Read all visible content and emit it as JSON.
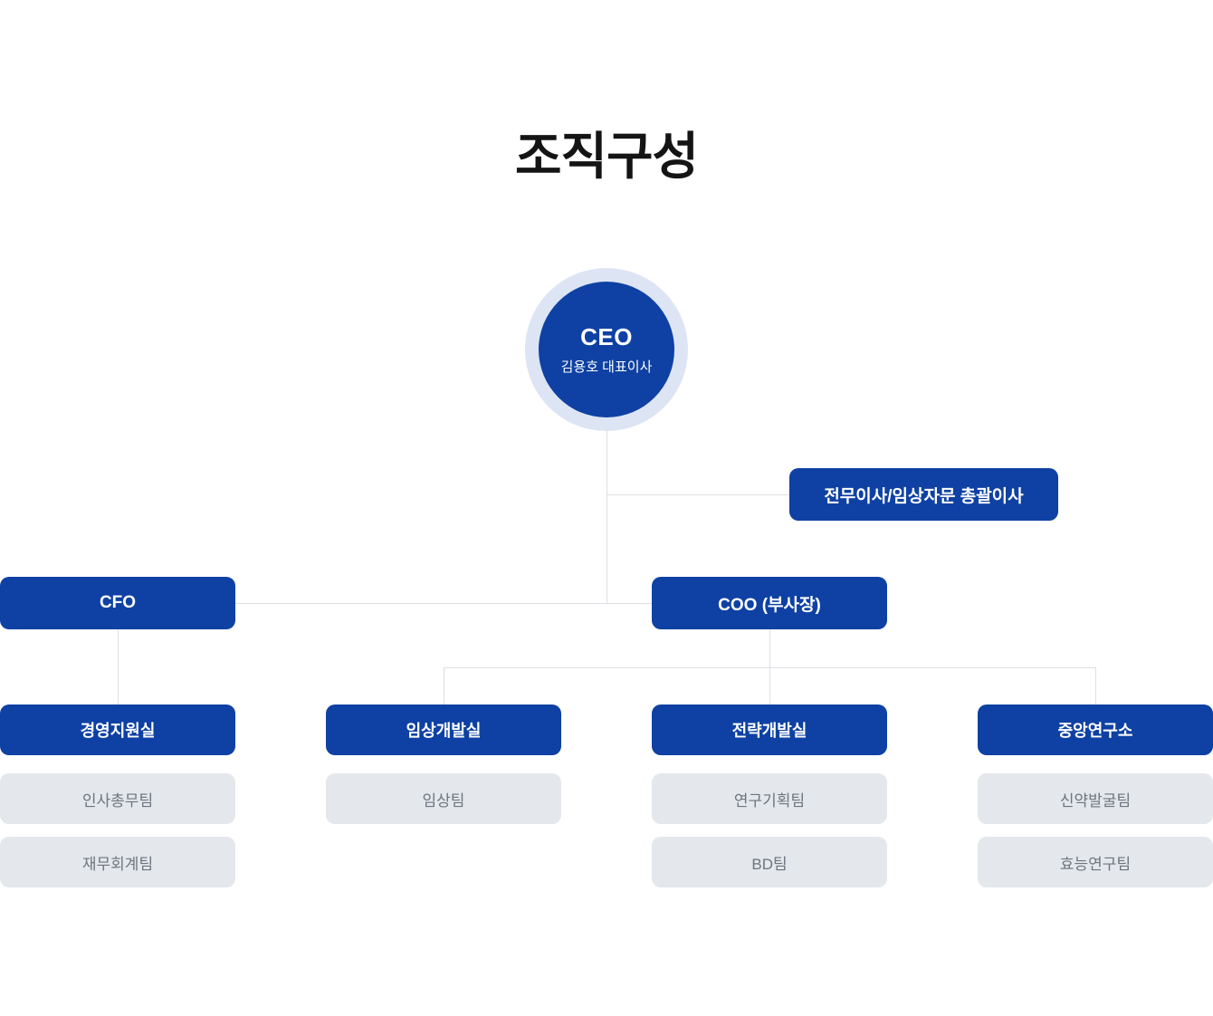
{
  "page": {
    "title": "조직구성"
  },
  "ceo": {
    "title": "CEO",
    "subtitle": "김용호 대표이사"
  },
  "advisor": {
    "label": "전무이사/임상자문 총괄이사"
  },
  "executives": [
    {
      "id": "cfo",
      "label": "CFO"
    },
    {
      "id": "coo",
      "label": "COO (부사장)"
    }
  ],
  "departments": [
    {
      "label": "경영지원실",
      "teams": [
        "인사총무팀",
        "재무회계팀"
      ]
    },
    {
      "label": "임상개발실",
      "teams": [
        "임상팀"
      ]
    },
    {
      "label": "전략개발실",
      "teams": [
        "연구기획팀",
        "BD팀"
      ]
    },
    {
      "label": "중앙연구소",
      "teams": [
        "신약발굴팀",
        "효능연구팀"
      ]
    }
  ],
  "colors": {
    "primary_blue": "#0e41a3",
    "ceo_ring": "#dde4f4",
    "team_box_bg": "#e4e7ec",
    "team_box_text": "#6e757e",
    "connector_line": "#dcdfe4",
    "title_text": "#141414",
    "background": "#ffffff"
  }
}
